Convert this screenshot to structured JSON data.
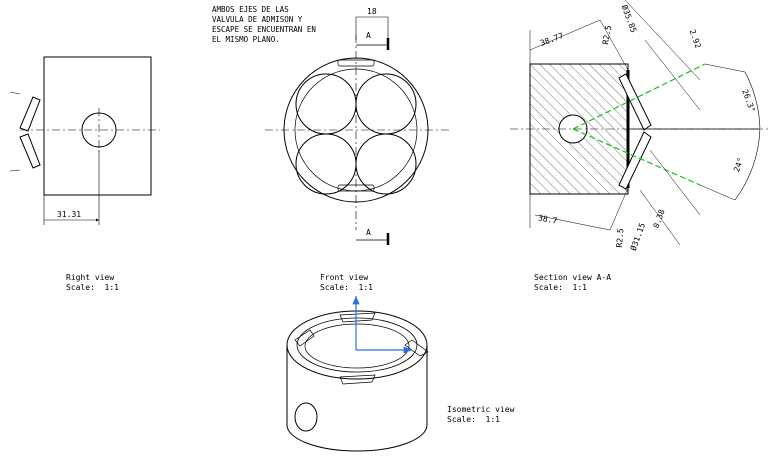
{
  "note": {
    "lines": [
      "AMBOS EJES DE LAS",
      "VALVULA DE ADMISON Y",
      "ESCAPE SE ENCUENTRAN EN",
      "EL MISMO PLANO."
    ]
  },
  "views": {
    "right": {
      "name": "Right view",
      "scale": "Scale:  1:1",
      "dim_width": "31.31"
    },
    "front": {
      "name": "Front view",
      "scale": "Scale:  1:1",
      "dim_top": "18",
      "section_top": "A",
      "section_bottom": "A"
    },
    "section": {
      "name": "Section view A-A",
      "scale": "Scale:  1:1",
      "dim_top_offset": "38.77",
      "dim_bottom_offset": "38.7",
      "radius_top": "R2.5",
      "radius_bottom": "R2.5",
      "dia_top": "Ø35.85",
      "dia_bottom": "Ø31.15",
      "gap_top": "2.92",
      "gap_bottom": "0.38",
      "angle_top": "26.3°",
      "angle_bottom": "24°"
    },
    "isometric": {
      "name": "Isometric view",
      "scale": "Scale:  1:1"
    }
  },
  "colors": {
    "line": "#000000",
    "axis_green": "#19c019",
    "axis_blue": "#2b6fe0",
    "hatch": "#555555"
  }
}
